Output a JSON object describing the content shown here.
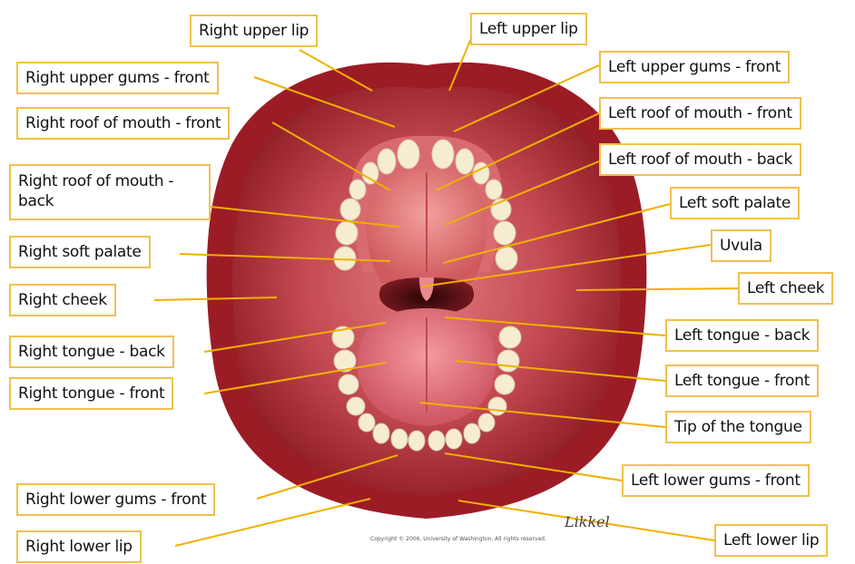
{
  "colors": {
    "leader": "#f0b000",
    "label_border": "#f0c050",
    "lip": "#9c1c26",
    "mucosa": "#c84c55"
  },
  "labels": {
    "right_upper_lip": "Right upper lip",
    "left_upper_lip": "Left upper lip",
    "right_upper_gums_front": "Right upper gums - front",
    "left_upper_gums_front": "Left upper gums - front",
    "right_roof_front": "Right roof of mouth - front",
    "left_roof_front": "Left roof of mouth - front",
    "right_roof_back": "Right roof of mouth - back",
    "left_roof_back": "Left roof of mouth - back",
    "left_soft_palate": "Left soft palate",
    "right_soft_palate": "Right soft palate",
    "uvula": "Uvula",
    "right_cheek": "Right cheek",
    "left_cheek": "Left cheek",
    "right_tongue_back": "Right tongue - back",
    "left_tongue_back": "Left tongue - back",
    "right_tongue_front": "Right tongue - front",
    "left_tongue_front": "Left tongue - front",
    "tip_of_tongue": "Tip of the tongue",
    "left_lower_gums_front": "Left lower gums - front",
    "right_lower_gums_front": "Right lower gums - front",
    "right_lower_lip": "Right lower lip",
    "left_lower_lip": "Left lower lip"
  },
  "copyright": "Copyright © 2006, University of Washington. All rights reserved.",
  "signature": "Likkel"
}
